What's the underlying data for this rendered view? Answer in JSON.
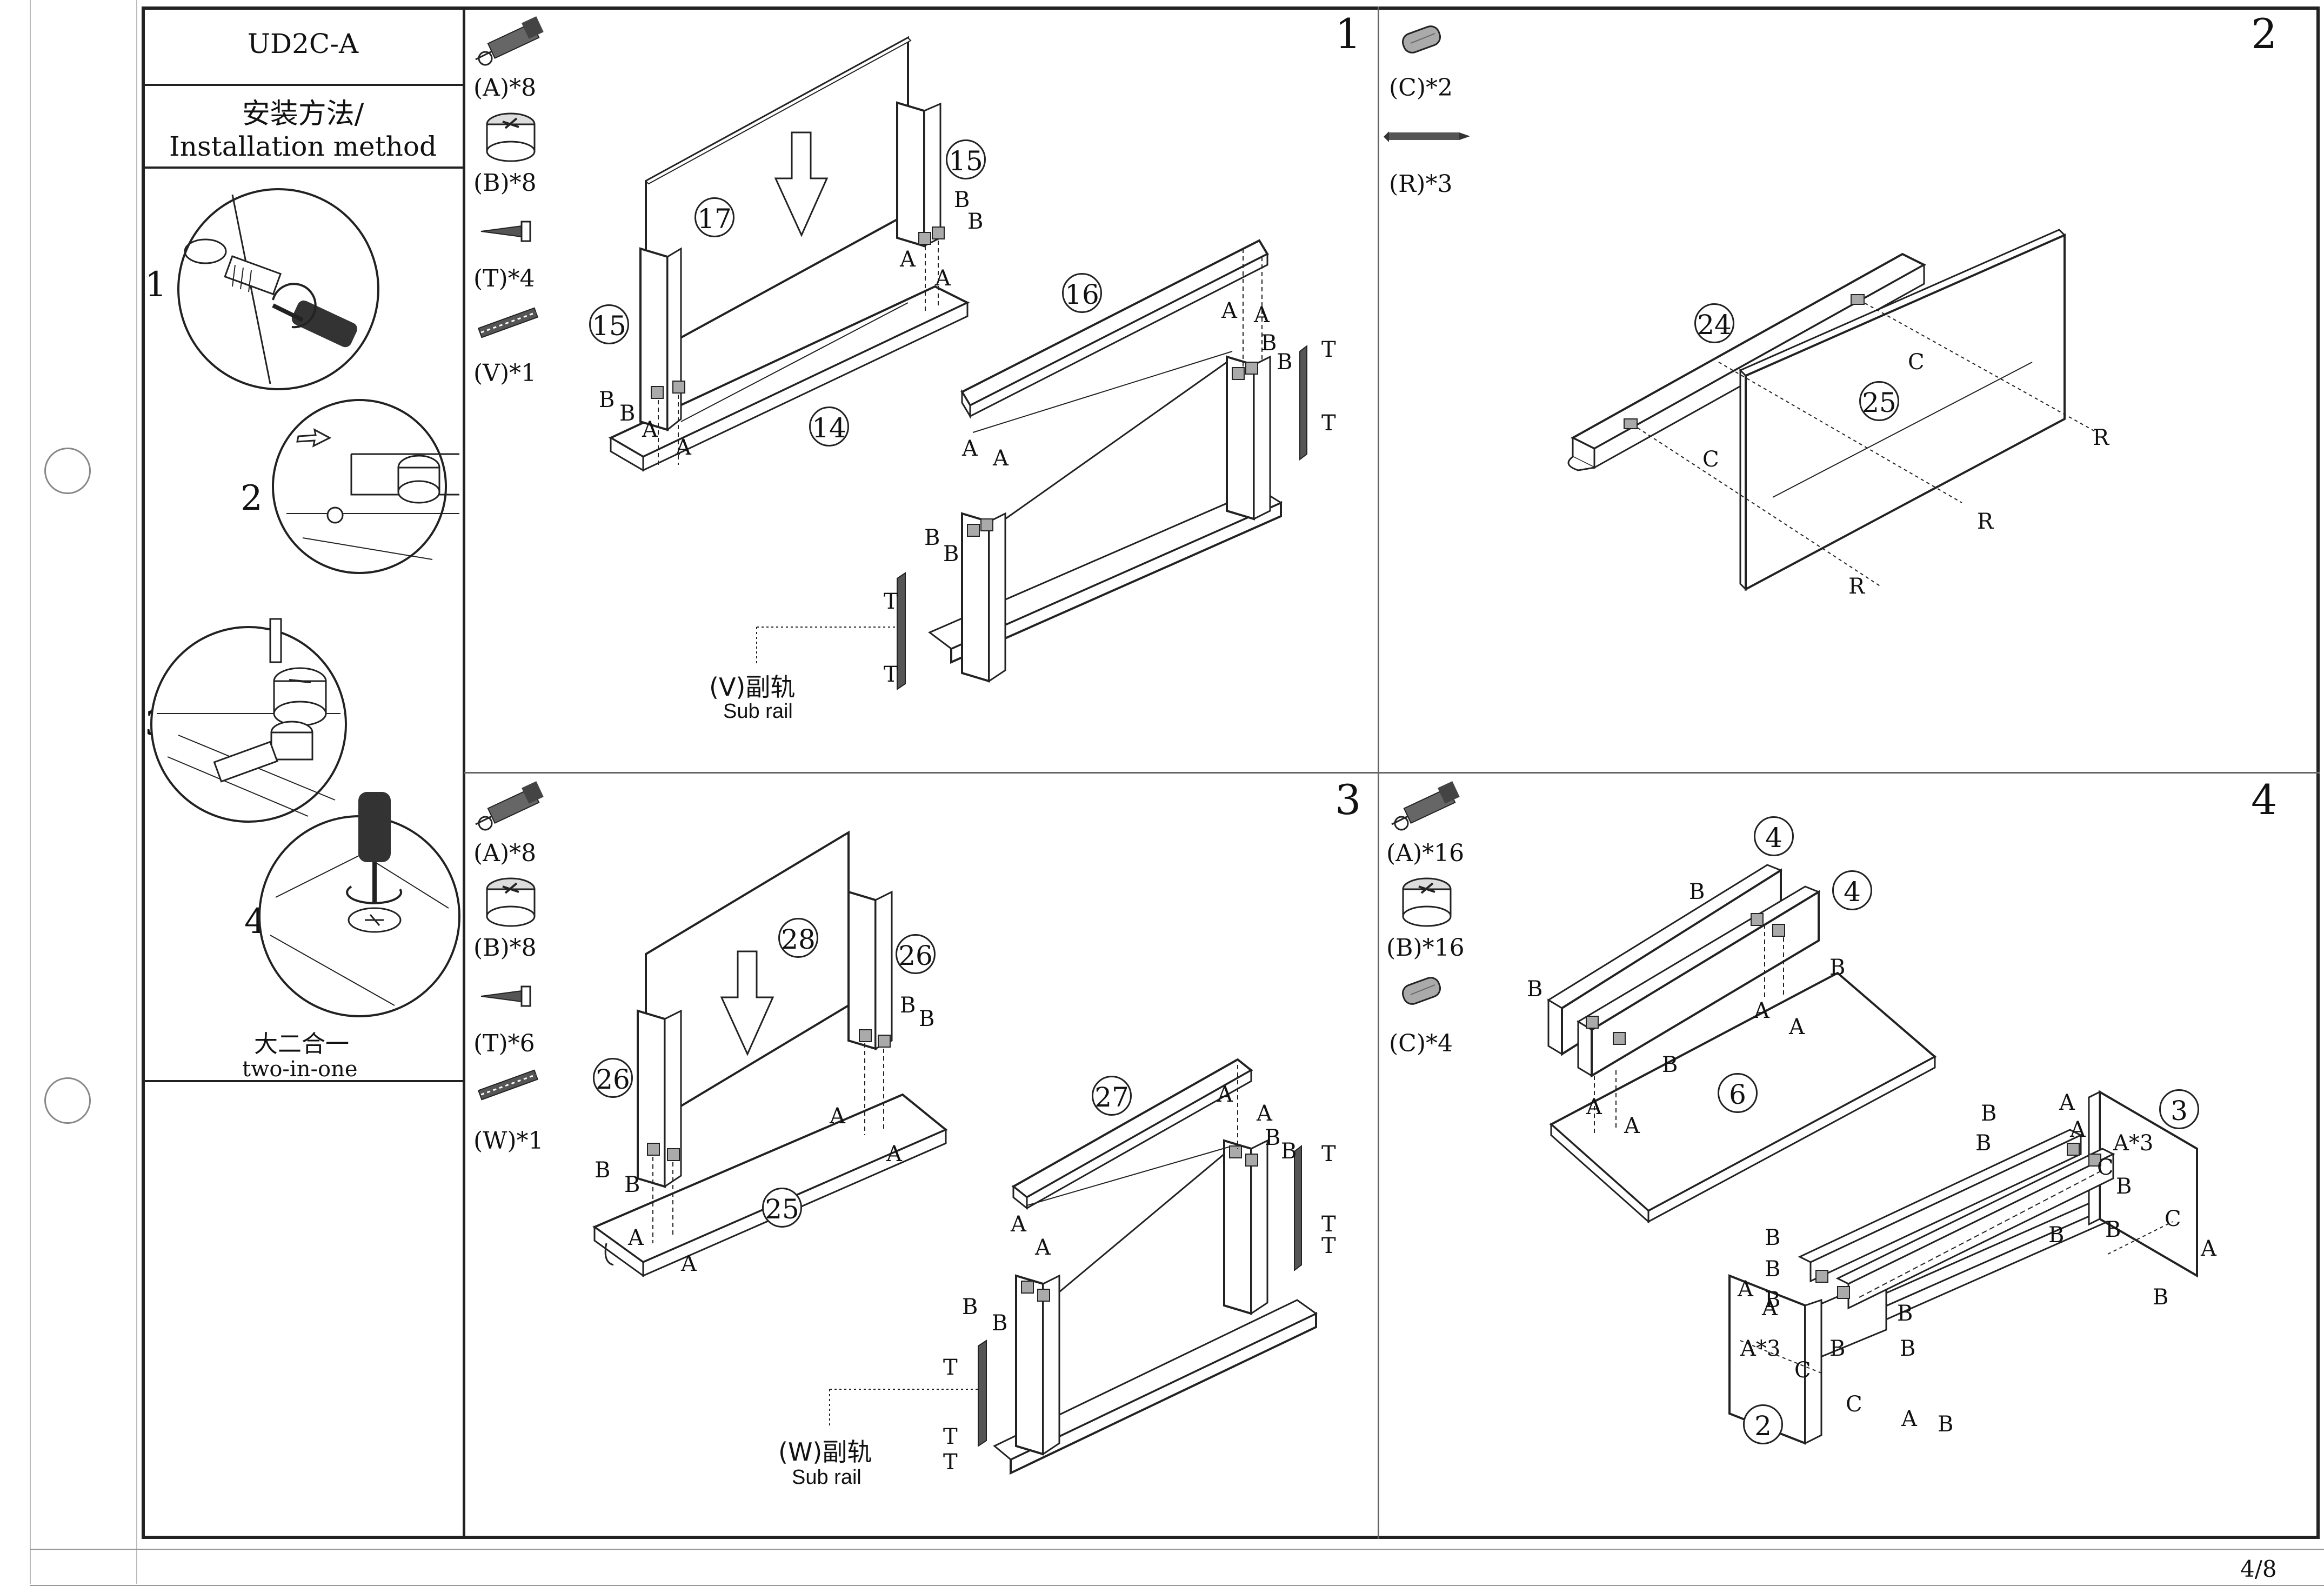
{
  "header": {
    "model_code": "UD2C-A",
    "method_cn": "安装方法/",
    "method_en": "Installation method"
  },
  "method_steps": [
    {
      "num": "1"
    },
    {
      "num": "2"
    },
    {
      "num": "3"
    },
    {
      "num": "4"
    }
  ],
  "method_caption_cn": "大二合一",
  "method_caption_en": "two-in-one",
  "page_number": "4/8",
  "steps": {
    "s1": {
      "number": "1",
      "parts": [
        "(A)*8",
        "(B)*8",
        "(T)*4",
        "(V)*1"
      ],
      "panels": [
        "17",
        "15",
        "15",
        "14",
        "16"
      ],
      "rail_label": "(V)副轨",
      "rail_label_en": "Sub rail",
      "letters": {
        "A": "A",
        "B": "B",
        "T": "T"
      }
    },
    "s2": {
      "number": "2",
      "parts": [
        "(C)*2",
        "(R)*3"
      ],
      "panels": [
        "24",
        "25"
      ],
      "letters": {
        "C": "C",
        "R": "R"
      }
    },
    "s3": {
      "number": "3",
      "parts": [
        "(A)*8",
        "(B)*8",
        "(T)*6",
        "(W)*1"
      ],
      "panels": [
        "28",
        "26",
        "26",
        "25",
        "27"
      ],
      "rail_label": "(W)副轨",
      "rail_label_en": "Sub rail",
      "letters": {
        "A": "A",
        "B": "B",
        "T": "T"
      }
    },
    "s4": {
      "number": "4",
      "parts": [
        "(A)*16",
        "(B)*16",
        "(C)*4"
      ],
      "panels": [
        "4",
        "4",
        "6",
        "3",
        "2"
      ],
      "letters": {
        "A": "A",
        "B": "B",
        "C": "C",
        "A3": "A*3"
      }
    }
  },
  "icons": [
    "cam-bolt-icon",
    "cam-lock-icon",
    "screw-icon",
    "rail-icon",
    "dowel-icon",
    "long-screw-icon",
    "screwdriver-icon",
    "arrow-down-icon",
    "binder-hole-icon"
  ]
}
